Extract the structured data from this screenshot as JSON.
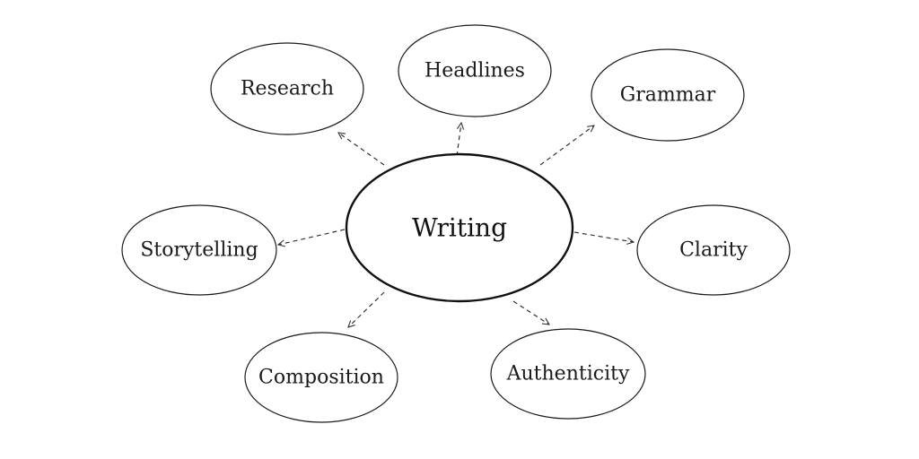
{
  "diagram": {
    "type": "mind-map",
    "center": {
      "label": "Writing"
    },
    "nodes": [
      {
        "id": "research",
        "label": "Research"
      },
      {
        "id": "headlines",
        "label": "Headlines"
      },
      {
        "id": "grammar",
        "label": "Grammar"
      },
      {
        "id": "storytelling",
        "label": "Storytelling"
      },
      {
        "id": "clarity",
        "label": "Clarity"
      },
      {
        "id": "composition",
        "label": "Composition"
      },
      {
        "id": "authenticity",
        "label": "Authenticity"
      }
    ],
    "edges": [
      {
        "from": "center",
        "to": "research",
        "style": "dashed-arrow"
      },
      {
        "from": "center",
        "to": "headlines",
        "style": "dashed-arrow"
      },
      {
        "from": "center",
        "to": "grammar",
        "style": "dashed-arrow"
      },
      {
        "from": "center",
        "to": "storytelling",
        "style": "dashed-arrow"
      },
      {
        "from": "center",
        "to": "clarity",
        "style": "dashed-arrow"
      },
      {
        "from": "center",
        "to": "composition",
        "style": "dashed-arrow"
      },
      {
        "from": "center",
        "to": "authenticity",
        "style": "dashed-arrow"
      }
    ],
    "colors": {
      "background": "#ffffff",
      "stroke": "#1a1a1a",
      "text": "#1a1a1a",
      "connector": "#333333"
    }
  }
}
